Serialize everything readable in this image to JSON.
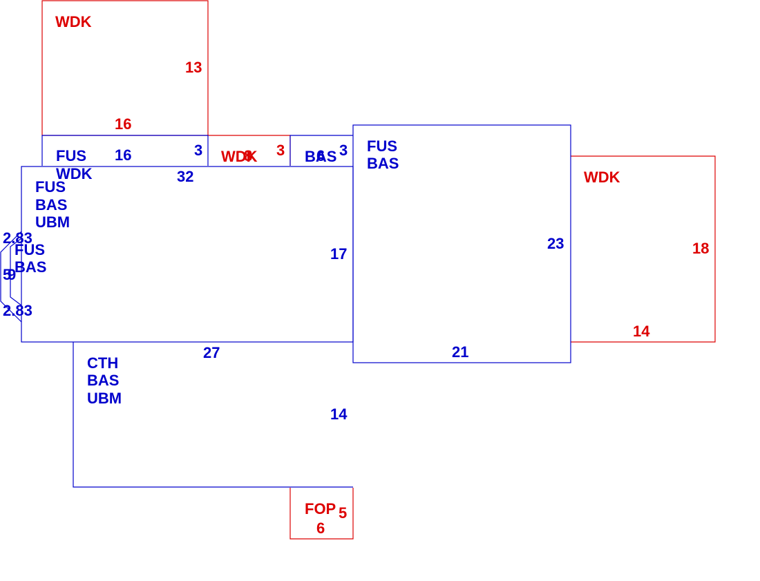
{
  "colors": {
    "living": "#0000cc",
    "exterior": "#dd0000",
    "background": "#ffffff"
  },
  "areas": {
    "wdk_top": {
      "code": "WDK",
      "dim_right": "13",
      "dim_bottom": "16"
    },
    "fus_wdk": {
      "lines": [
        "FUS",
        "WDK"
      ],
      "dim_top": "16",
      "dim_right": "3",
      "dim_bottom": "32"
    },
    "wdk_small": {
      "code": "WDK",
      "dim_top": "8",
      "dim_right": "3"
    },
    "bas_small": {
      "code": "BAS",
      "dim_top": "6",
      "dim_right": "3"
    },
    "main_left": {
      "lines": [
        "FUS",
        "BAS",
        "UBM"
      ],
      "dim_right": "17"
    },
    "bay": {
      "lines": [
        "FUS",
        "BAS"
      ],
      "dim_upper": "2.83",
      "dim_lower": "2.83",
      "dim_left": "5",
      "dim_left_overlap": "9"
    },
    "fus_bas_right": {
      "lines": [
        "FUS",
        "BAS"
      ],
      "dim_right": "23",
      "dim_bottom": "21"
    },
    "wdk_right": {
      "code": "WDK",
      "dim_right": "18",
      "dim_bottom": "14"
    },
    "cth": {
      "lines": [
        "CTH",
        "BAS",
        "UBM"
      ],
      "dim_top": "27",
      "dim_right": "14"
    },
    "fop": {
      "code": "FOP",
      "dim_right": "5",
      "dim_bottom": "6"
    }
  }
}
